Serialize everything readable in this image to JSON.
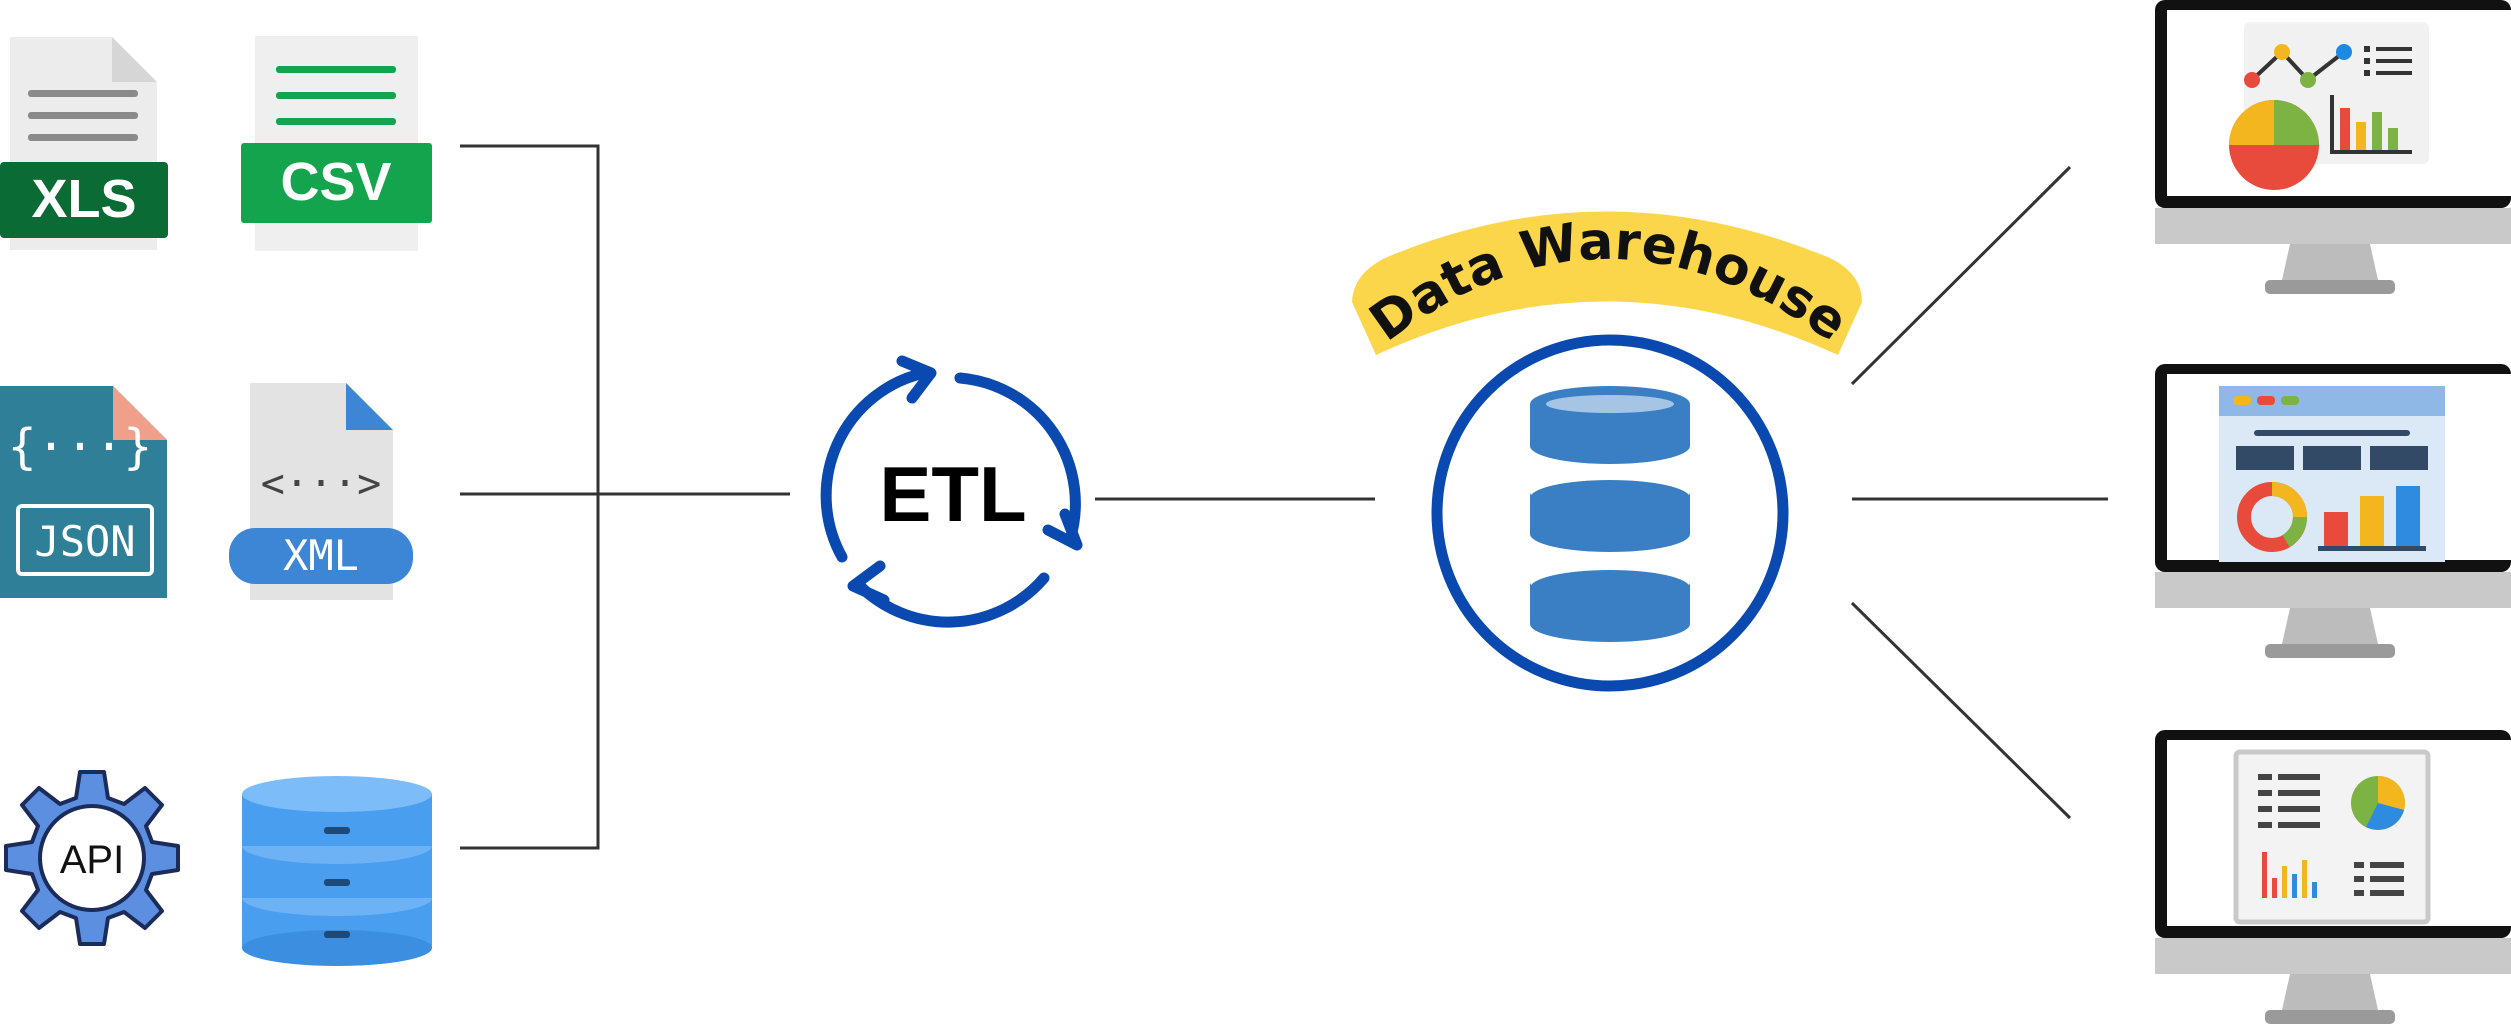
{
  "sources": [
    {
      "name": "xls",
      "label": "XLS"
    },
    {
      "name": "csv",
      "label": "CSV"
    },
    {
      "name": "json",
      "label": "JSON",
      "glyph": "{···}"
    },
    {
      "name": "xml",
      "label": "XML",
      "glyph": "<···>"
    },
    {
      "name": "api",
      "label": "API"
    },
    {
      "name": "database",
      "label": ""
    }
  ],
  "etl": {
    "label": "ETL"
  },
  "warehouse": {
    "label": "Data Warehouse"
  },
  "dashboards": [
    {
      "name": "dashboard-line-pie-bar"
    },
    {
      "name": "dashboard-kpi-donut-bar"
    },
    {
      "name": "dashboard-report-pie-bar"
    }
  ],
  "colors": {
    "xls": "#0b6b35",
    "csv": "#14a44d",
    "json": "#2f7f99",
    "xml": "#3d86d6",
    "etl": "#0a49b0",
    "warehouse_ring": "#0a49b0",
    "warehouse_db": "#3a7fc4",
    "banner": "#fcd64a",
    "connector": "#333333",
    "database": "#4a9ef0"
  }
}
